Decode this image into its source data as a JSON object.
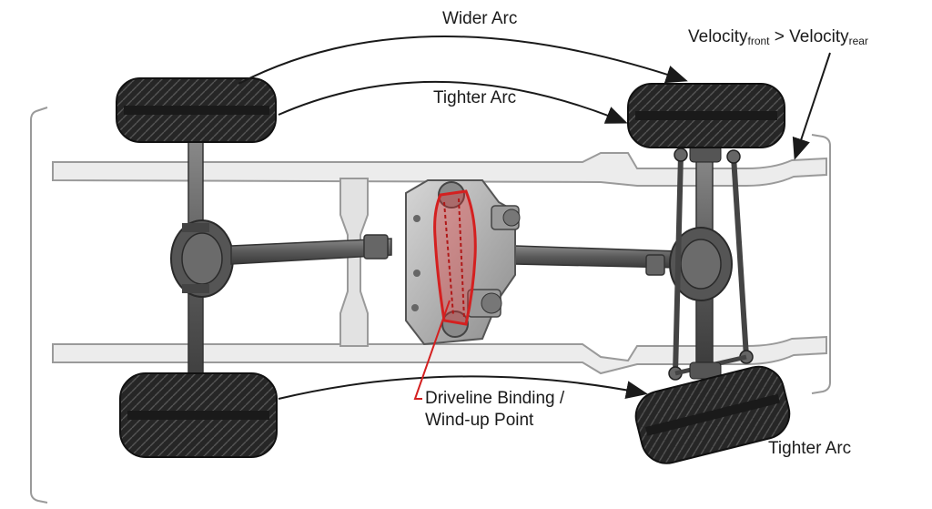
{
  "labels": {
    "wider_arc": "Wider Arc",
    "tighter_arc_top": "Tighter Arc",
    "tighter_arc_bottom": "Tighter Arc",
    "velocity_word_a": "Velocity",
    "velocity_sub_a": "front",
    "velocity_op": " > ",
    "velocity_word_b": "Velocity",
    "velocity_sub_b": "rear",
    "binding_line1": "Driveline Binding /",
    "binding_line2": "Wind-up Point"
  },
  "colors": {
    "tire": "#1f1f1f",
    "tread": "#3a3a3a",
    "frame_fill": "#ececec",
    "frame_stroke": "#9a9a9a",
    "axle": "#4a4a4a",
    "transfer_case": "#b8b8b8",
    "binding_highlight": "#d42020",
    "arrow": "#1a1a1a"
  }
}
